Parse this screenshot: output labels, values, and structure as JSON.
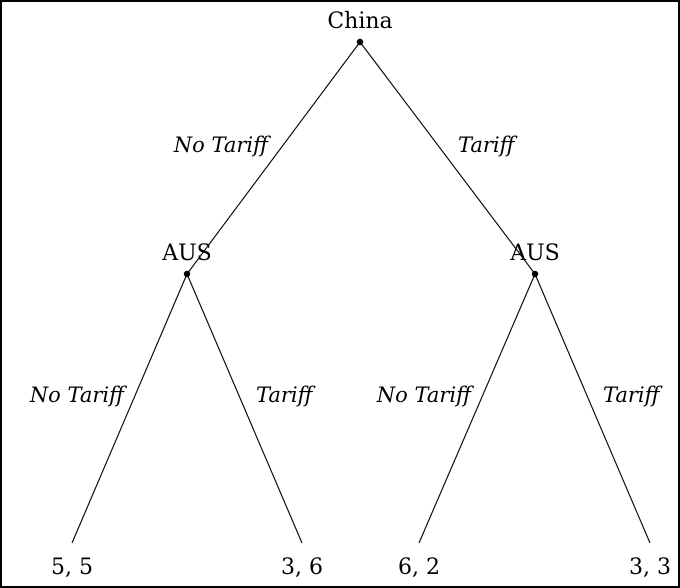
{
  "nodes": {
    "root": "China",
    "left": "AUS",
    "right": "AUS"
  },
  "edges": {
    "root_left": "No Tariff",
    "root_right": "Tariff",
    "left_left": "No Tariff",
    "left_right": "Tariff",
    "right_left": "No Tariff",
    "right_right": "Tariff"
  },
  "payoffs": [
    "5, 5",
    "3, 6",
    "6, 2",
    "3, 3"
  ]
}
